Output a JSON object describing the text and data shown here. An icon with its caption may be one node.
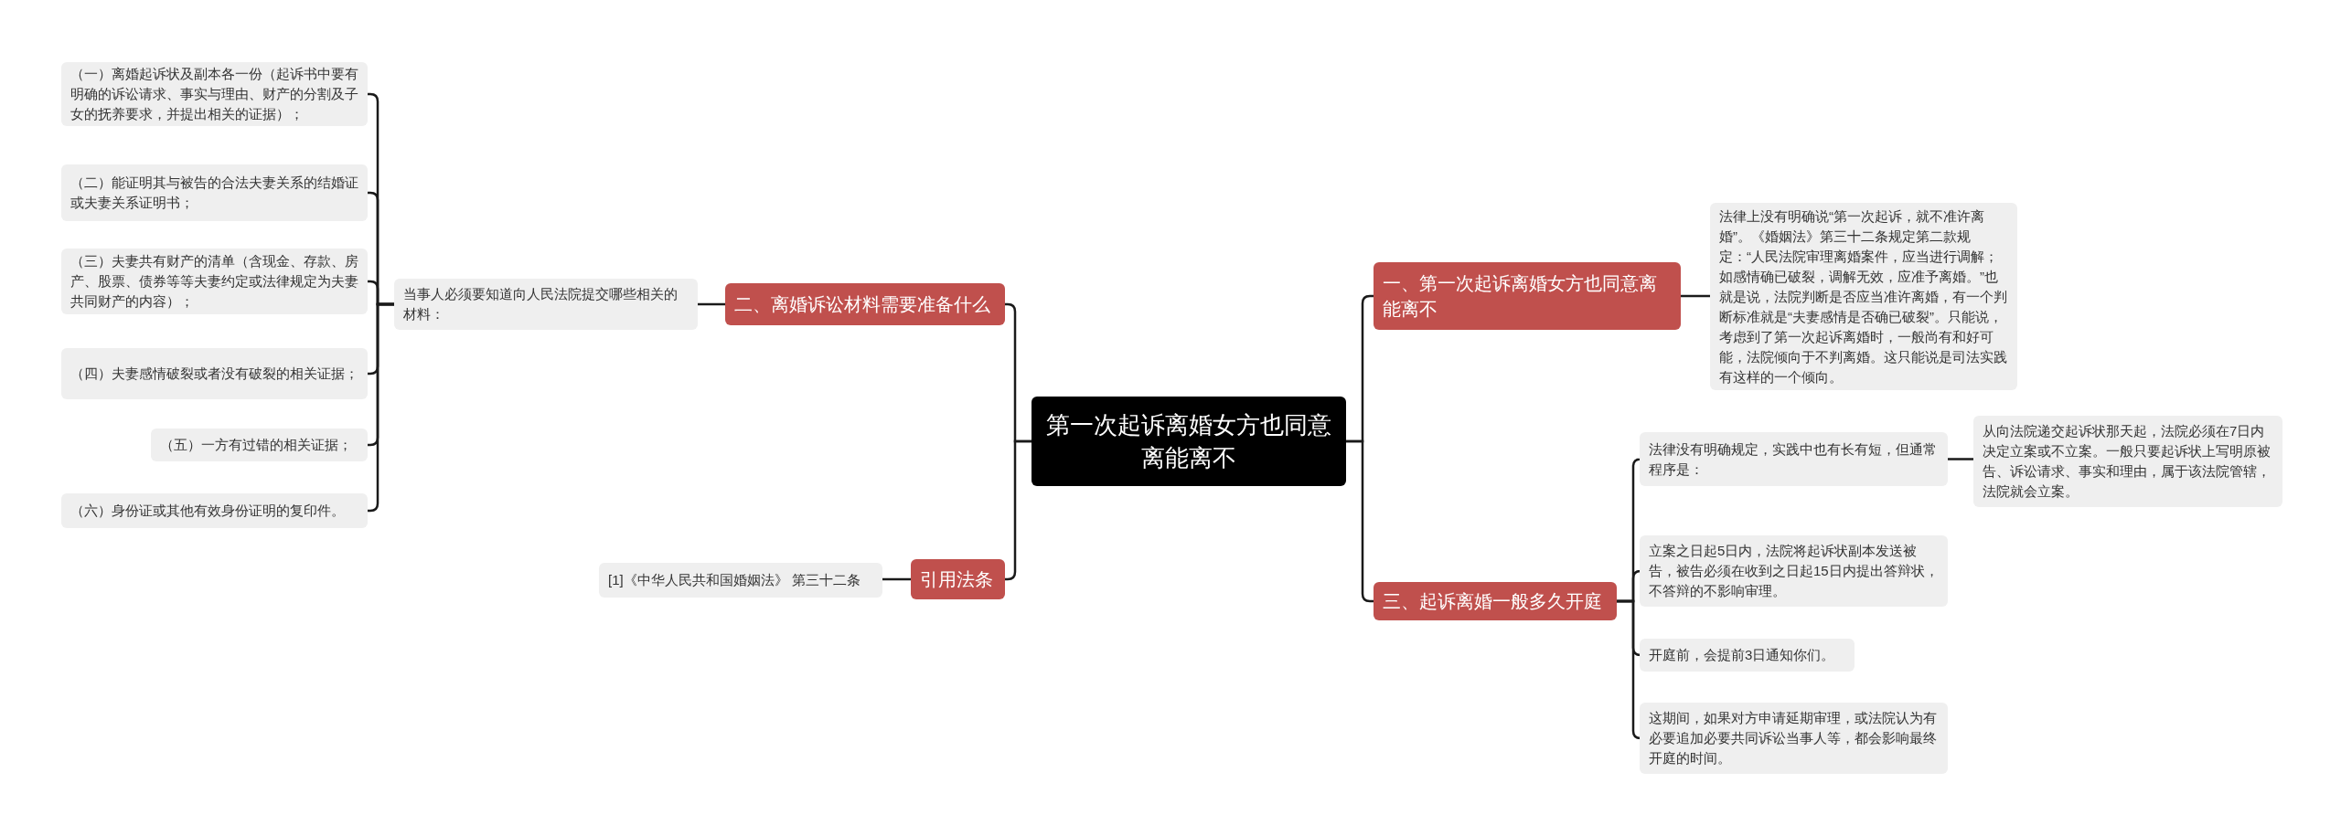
{
  "diagram": {
    "nodes": [
      {
        "text": [
          "第一次起诉离婚女方也同意离能离不"
        ]
      },
      {
        "text": [
          "一、第一次起诉离婚女方也同意离能离不"
        ]
      },
      {
        "text": [
          "法律上没有明确说“第一次起诉，就不准许离婚”。《婚姻法》第三十二条规定第二款规定：“人民法院审理离婚案件，应当进行调解；如感情确已破裂，调解无效，应准予离婚。”也就是说，法院判断是否应当准许离婚，有一个判断标准就是“夫妻感情是否确已破裂”。只能说，考虑到了第一次起诉离婚时，一般尚有和好可能，法院倾向于不判离婚。这只能说是司法实践有这样的一个倾向。"
        ]
      },
      {
        "text": [
          "三、起诉离婚一般多久开庭"
        ]
      },
      {
        "text": [
          "法律没有明确规定，实践中也有长有短，但通常程序是："
        ]
      },
      {
        "text": [
          "从向法院递交起诉状那天起，法院必须在7日内决定立案或不立案。一般只要起诉状上写明原被告、诉讼请求、事实和理由，属于该法院管辖，法院就会立案。"
        ]
      },
      {
        "text": [
          "立案之日起5日内，法院将起诉状副本发送被告，被告必须在收到之日起15日内提出答辩状，不答辩的不影响审理。"
        ]
      },
      {
        "text": [
          "开庭前，会提前3日通知你们。"
        ]
      },
      {
        "text": [
          "这期间，如果对方申请延期审理，或法院认为有必要追加必要共同诉讼当事人等，都会影响最终开庭的时间。"
        ]
      },
      {
        "text": [
          "二、离婚诉讼材料需要准备什么"
        ]
      },
      {
        "text": [
          "当事人必须要知道向人民法院提交哪些相关的材料："
        ]
      },
      {
        "text": [
          "（一）离婚起诉状及副本各一份（起诉书中要有明确的诉讼请求、事实与理由、财产的分割及子女的抚养要求，并提出相关的证据）；"
        ]
      },
      {
        "text": [
          "（二）能证明其与被告的合法夫妻关系的结婚证或夫妻关系证明书；"
        ]
      },
      {
        "text": [
          "（三）夫妻共有财产的清单（含现金、存款、房产、股票、债券等等夫妻约定或法律规定为夫妻共同财产的内容）；"
        ]
      },
      {
        "text": [
          "（四）夫妻感情破裂或者没有破裂的相关证据；"
        ]
      },
      {
        "text": [
          "（五）一方有过错的相关证据；"
        ]
      },
      {
        "text": [
          "（六）身份证或其他有效身份证明的复印件。"
        ]
      },
      {
        "text": [
          "引用法条"
        ]
      },
      {
        "text": [
          "[1]《中华人民共和国婚姻法》 第三十二条"
        ]
      }
    ],
    "edges": [
      {
        "from": 0,
        "to": 1,
        "arrow": "none"
      },
      {
        "from": 1,
        "to": 2,
        "arrow": "none"
      },
      {
        "from": 0,
        "to": 3,
        "arrow": "none"
      },
      {
        "from": 3,
        "to": 4,
        "arrow": "none"
      },
      {
        "from": 4,
        "to": 5,
        "arrow": "none"
      },
      {
        "from": 3,
        "to": 6,
        "arrow": "none"
      },
      {
        "from": 3,
        "to": 7,
        "arrow": "none"
      },
      {
        "from": 3,
        "to": 8,
        "arrow": "none"
      },
      {
        "from": 0,
        "to": 9,
        "arrow": "none"
      },
      {
        "from": 9,
        "to": 10,
        "arrow": "none"
      },
      {
        "from": 10,
        "to": 11,
        "arrow": "none"
      },
      {
        "from": 10,
        "to": 12,
        "arrow": "none"
      },
      {
        "from": 10,
        "to": 13,
        "arrow": "none"
      },
      {
        "from": 10,
        "to": 14,
        "arrow": "none"
      },
      {
        "from": 10,
        "to": 15,
        "arrow": "none"
      },
      {
        "from": 10,
        "to": 16,
        "arrow": "none"
      },
      {
        "from": 0,
        "to": 17,
        "arrow": "none"
      },
      {
        "from": 17,
        "to": 18,
        "arrow": "none"
      }
    ]
  }
}
